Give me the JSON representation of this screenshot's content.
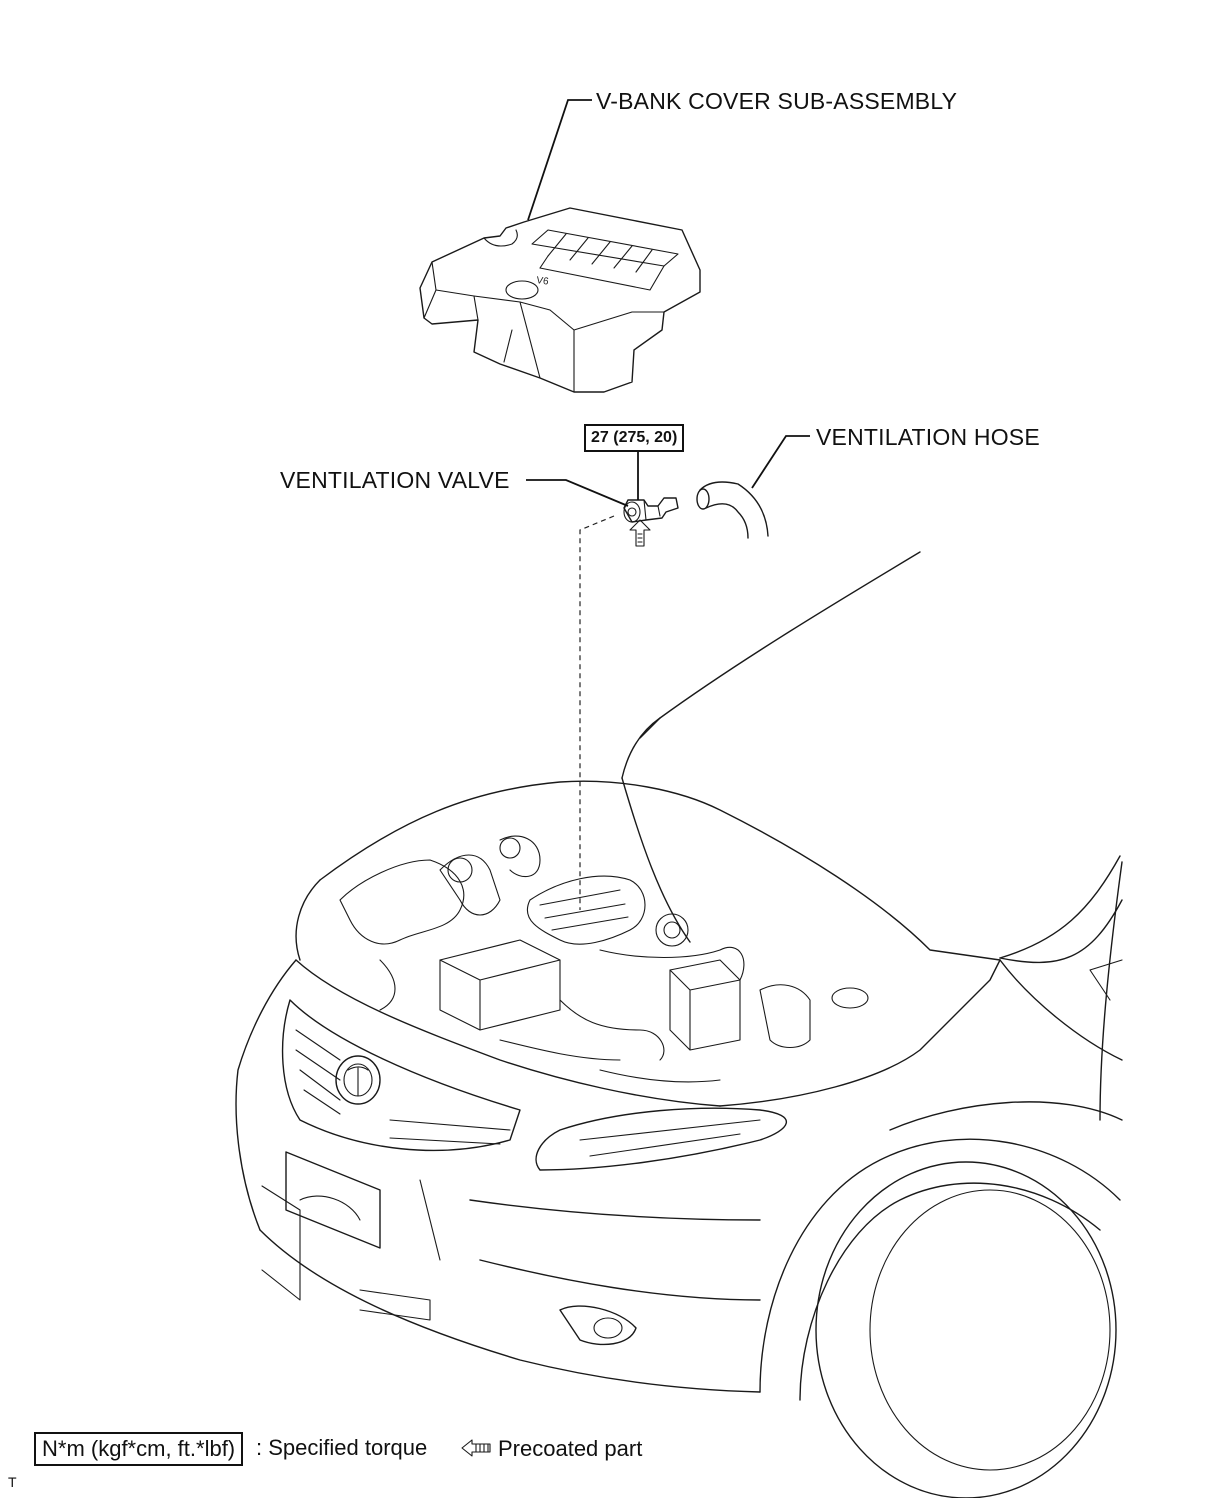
{
  "callouts": {
    "vbank_cover": "V-BANK COVER SUB-ASSEMBLY",
    "ventilation_hose": "VENTILATION HOSE",
    "ventilation_valve": "VENTILATION VALVE",
    "torque_value": "27 (275, 20)"
  },
  "legend": {
    "torque_unit": "N*m (kgf*cm, ft.*lbf)",
    "torque_desc": ": Specified torque",
    "precoat_icon": "precoat-arrow-icon",
    "precoat_desc": "Precoated part"
  },
  "corner_mark": "T"
}
